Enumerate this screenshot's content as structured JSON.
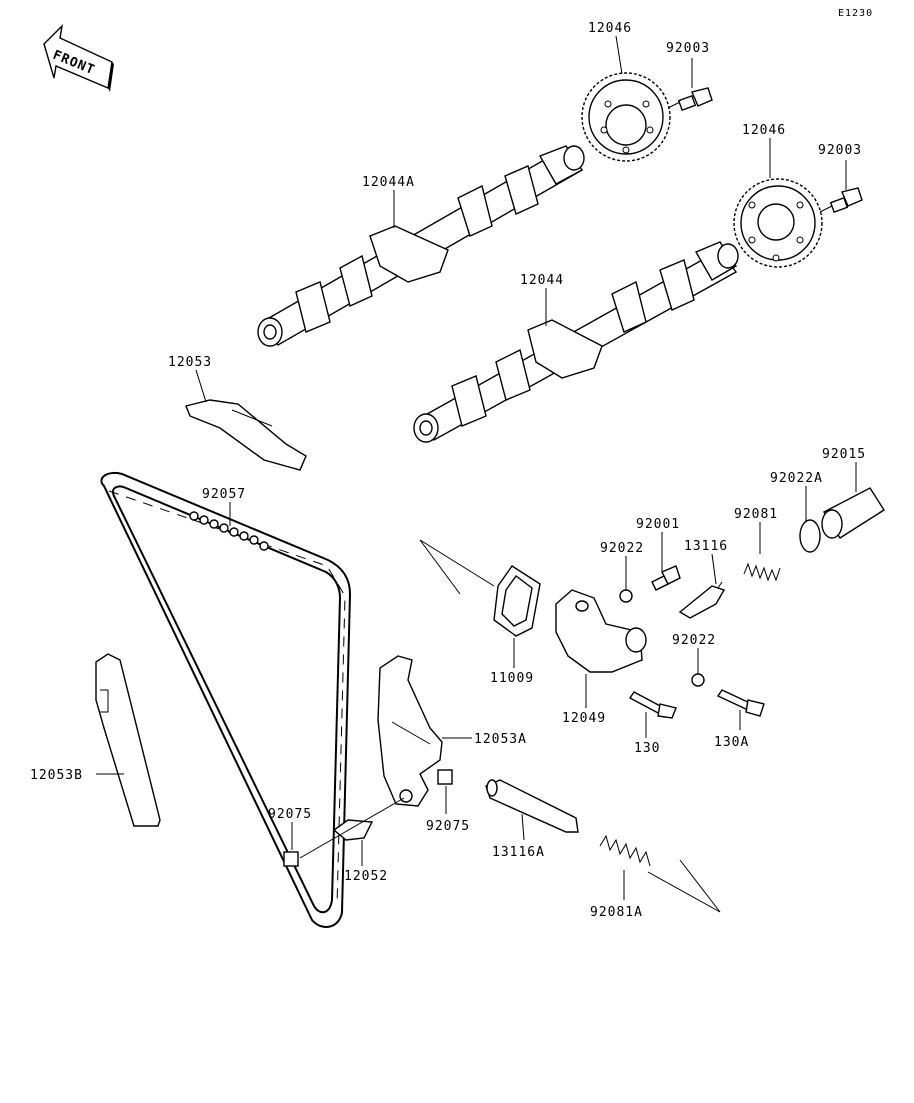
{
  "diagram": {
    "code": "E1230",
    "front_label": "FRONT",
    "labels": {
      "l12046a": "12046",
      "l92003a": "92003",
      "l12046b": "12046",
      "l92003b": "92003",
      "l12044a": "12044A",
      "l12044": "12044",
      "l12053": "12053",
      "l92057": "92057",
      "l92015": "92015",
      "l92022a": "92022A",
      "l92081": "92081",
      "l92001": "92001",
      "l13116": "13116",
      "l92022_1": "92022",
      "l92022_2": "92022",
      "l11009": "11009",
      "l12049": "12049",
      "l130": "130",
      "l130a": "130A",
      "l12053a": "12053A",
      "l12053b": "12053B",
      "l92075_1": "92075",
      "l92075_2": "92075",
      "l13116a": "13116A",
      "l12052": "12052",
      "l92081a": "92081A"
    }
  }
}
